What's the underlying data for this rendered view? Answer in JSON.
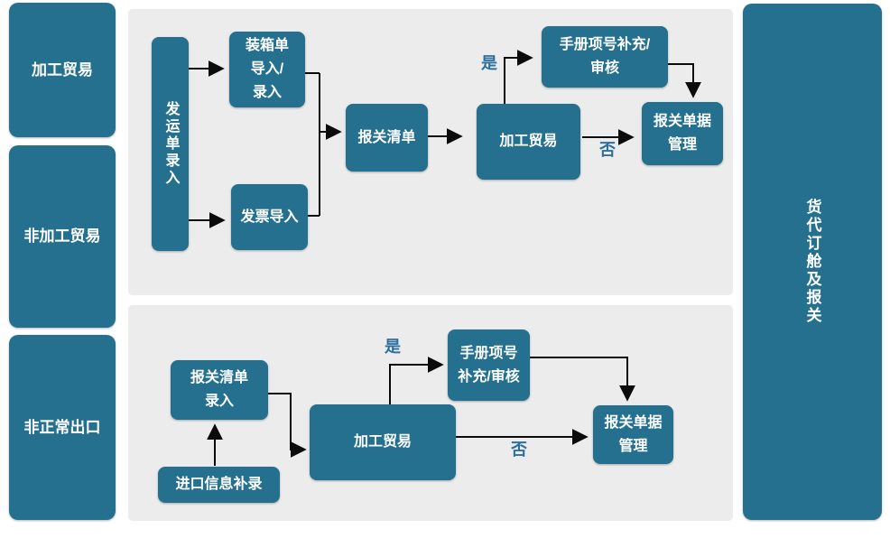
{
  "colors": {
    "node_fill": "#26708F",
    "node_text": "#FFFFFF",
    "panel_bg": "#ECECEC",
    "page_bg": "#FFFFFF",
    "decision_text": "#2E6FA0",
    "arrow": "#0B0B0B"
  },
  "left_column": {
    "items": [
      {
        "label": "加工贸易"
      },
      {
        "label": "非加工贸易"
      },
      {
        "label": "非正常出口"
      }
    ]
  },
  "right_column": {
    "label": "货代订舱及报关"
  },
  "top_flow": {
    "shipping_entry": "发运单录入",
    "packing_list": "装箱单\n导入/\n录入",
    "invoice_import": "发票导入",
    "declaration_list": "报关清单",
    "processing_trade": "加工贸易",
    "manual_supplement": "手册项号补充/\n审核",
    "docs_management": "报关单据\n管理",
    "yes_label": "是",
    "no_label": "否"
  },
  "bottom_flow": {
    "declaration_list_entry": "报关清单\n录入",
    "import_info_supplement": "进口信息补录",
    "processing_trade": "加工贸易",
    "manual_supplement": "手册项号\n补充/审核",
    "docs_management": "报关单据\n管理",
    "yes_label": "是",
    "no_label": "否"
  }
}
